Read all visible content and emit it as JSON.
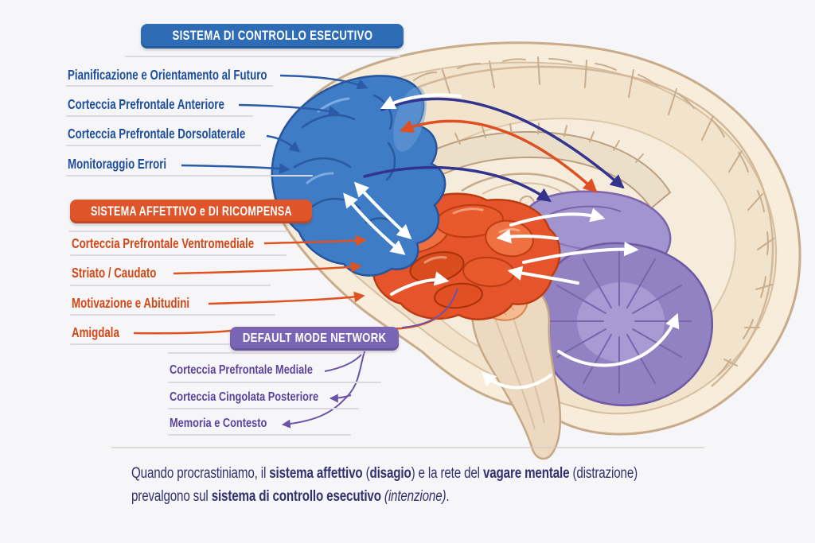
{
  "badges": {
    "executive": "SISTEMA DI CONTROLLO ESECUTIVO",
    "affective": "SISTEMA AFFETTIVO e DI RICOMPENSA",
    "dmn": "DEFAULT MODE NETWORK"
  },
  "labels": {
    "executive": [
      "Pianificazione e Orientamento al Futuro",
      "Corteccia Prefrontale Anteriore",
      "Corteccia Prefrontale Dorsolaterale",
      "Monitoraggio Errori"
    ],
    "affective": [
      "Corteccia Prefrontale Ventromediale",
      "Striato / Caudato",
      "Motivazione e Abitudini",
      "Amigdala"
    ],
    "dmn": [
      "Corteccia Prefrontale Mediale",
      "Corteccia Cingolata Posteriore",
      "Memoria e Contesto"
    ]
  },
  "caption": {
    "line1": [
      {
        "t": "Quando procrastiniamo, il ",
        "s": "n"
      },
      {
        "t": "sistema affettivo",
        "s": "b"
      },
      {
        "t": " (",
        "s": "n"
      },
      {
        "t": "disagio",
        "s": "b"
      },
      {
        "t": ")",
        "s": "n"
      },
      {
        "t": " e la rete del ",
        "s": "n"
      },
      {
        "t": "vagare mentale",
        "s": "b"
      },
      {
        "t": " (distrazione)",
        "s": "n"
      }
    ],
    "line2": [
      {
        "t": "prevalgono sul ",
        "s": "n"
      },
      {
        "t": "sistema di controllo esecutivo",
        "s": "b"
      },
      {
        "t": " ",
        "s": "n"
      },
      {
        "t": "(intenzione)",
        "s": "i"
      },
      {
        "t": ".",
        "s": "n"
      }
    ]
  },
  "colors": {
    "executive_accent": "#2e6cb5",
    "affective_accent": "#e0542a",
    "dmn_accent": "#7a64b4",
    "executive_text": "#1d4e9b",
    "affective_text": "#d24715",
    "dmn_text": "#5b449e",
    "caption_text": "#34306f",
    "background": "#f6f5f7"
  }
}
